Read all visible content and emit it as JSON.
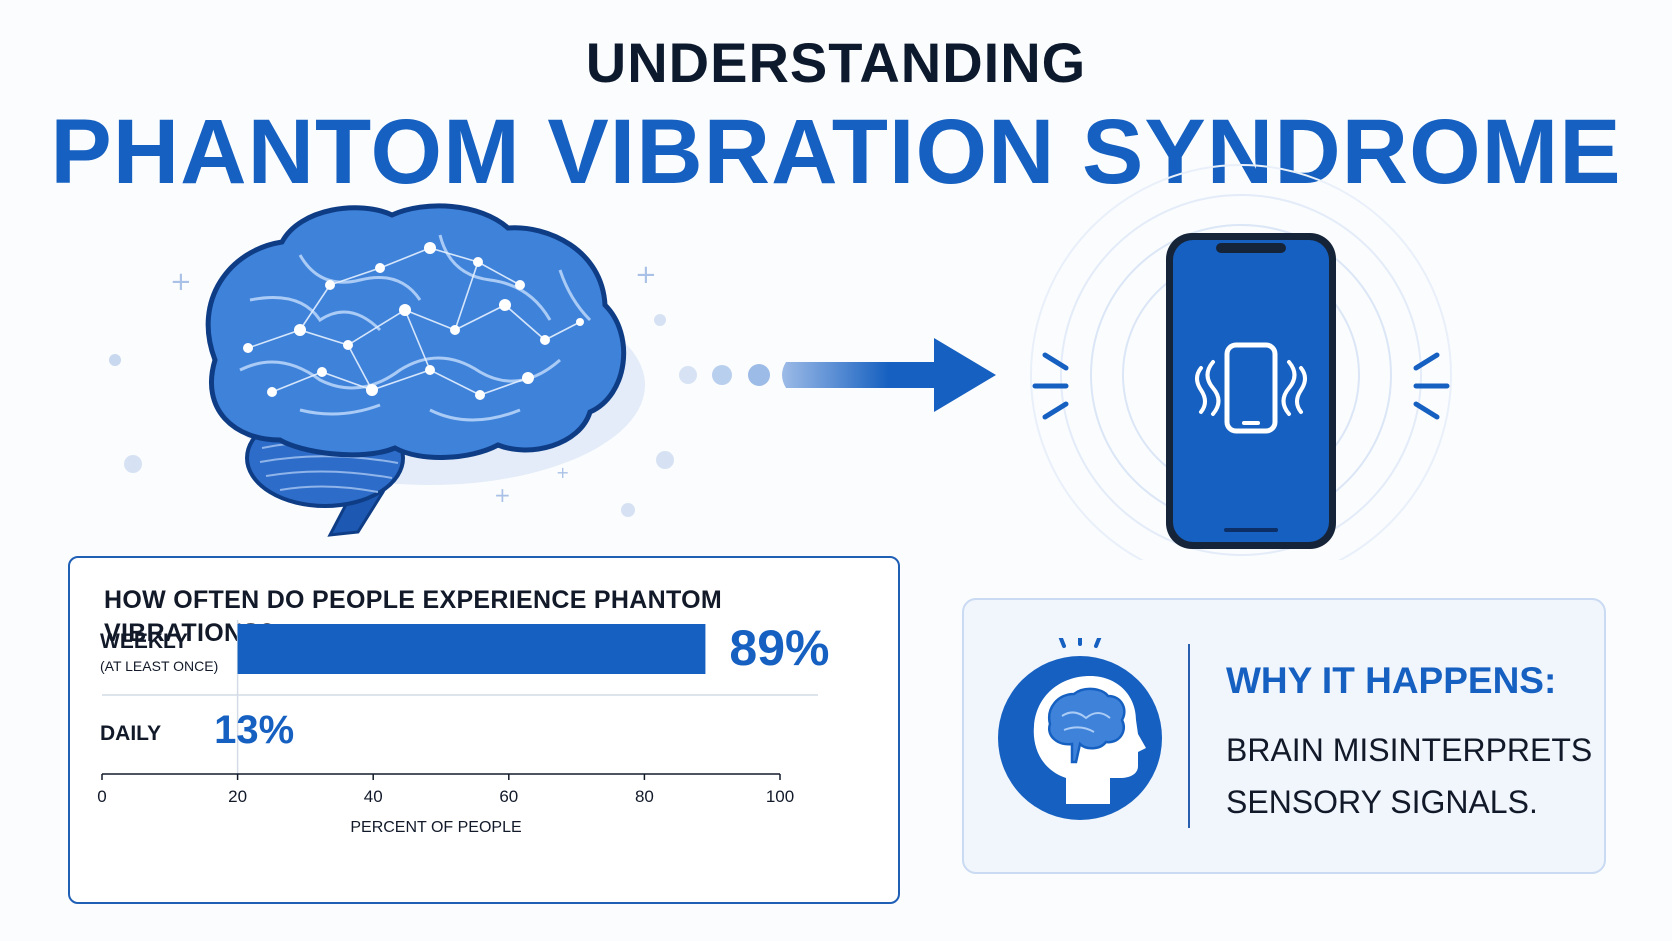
{
  "header": {
    "subtitle": "UNDERSTANDING",
    "title": "PHANTOM VIBRATION SYNDROME"
  },
  "illustration": {
    "brain_icon": "brain-network-icon",
    "arrow_icon": "arrow-right-icon",
    "phone_icon": "vibrating-phone-icon"
  },
  "chart_data": {
    "type": "bar",
    "orientation": "horizontal",
    "title": "HOW OFTEN DO PEOPLE EXPERIENCE PHANTOM VIBRATIONS?",
    "categories": [
      "WEEKLY",
      "DAILY"
    ],
    "category_notes": [
      "(AT LEAST ONCE)",
      ""
    ],
    "values": [
      89,
      13
    ],
    "value_labels": [
      "89%",
      "13%"
    ],
    "xlabel": "PERCENT OF PEOPLE",
    "xticks": [
      0,
      20,
      40,
      60,
      80,
      100
    ],
    "xlim": [
      0,
      100
    ],
    "grid": false
  },
  "why": {
    "title": "WHY IT HAPPENS:",
    "text": "BRAIN MISINTERPRETS SENSORY SIGNALS.",
    "icon": "head-brain-icon"
  },
  "colors": {
    "primary": "#1560c0",
    "dark": "#0d1a2e",
    "bar": "#1560c0",
    "panel": "#f1f5fc"
  }
}
